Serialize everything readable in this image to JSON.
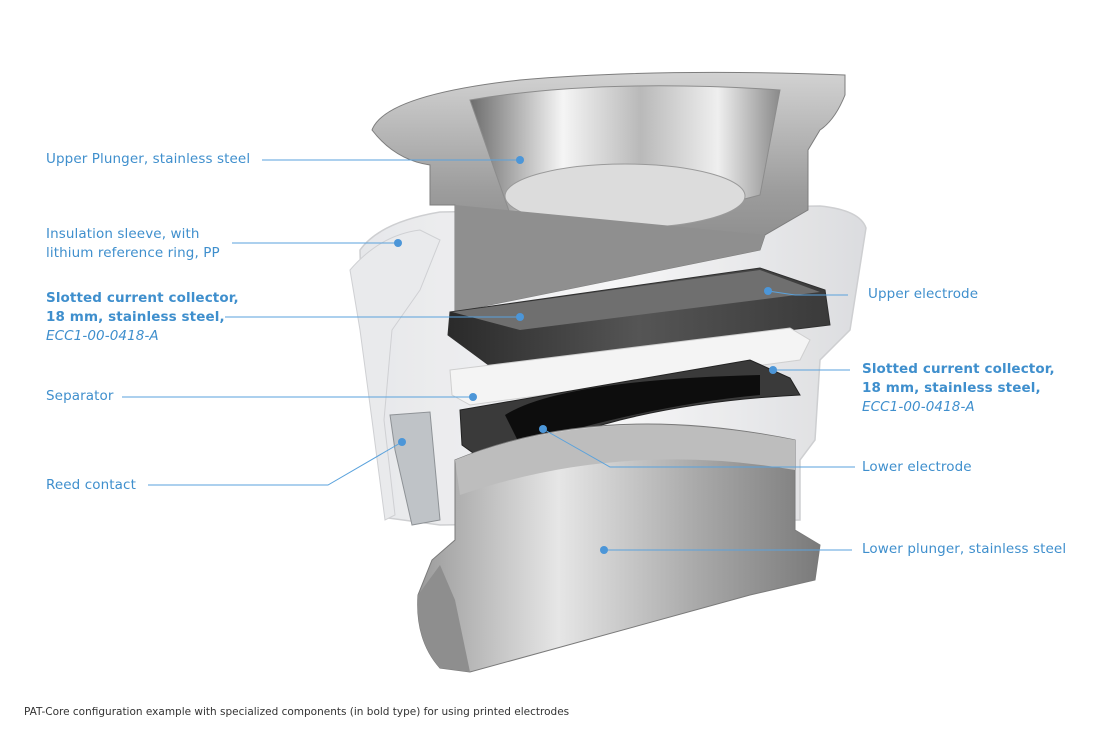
{
  "colors": {
    "label": "#3f8fcd",
    "leader": "#5aa2dc",
    "steel_light": "#e8e8e8",
    "steel_dark": "#6e6e6e",
    "sleeve": "#dcdde0",
    "separator": "#f3f3f3",
    "caption": "#333333"
  },
  "labels": {
    "upper_plunger": "Upper Plunger, stainless steel",
    "insulation_sleeve_1": "Insulation sleeve, with",
    "insulation_sleeve_2": "lithium reference ring, PP",
    "collector_left_1": "Slotted current collector,",
    "collector_left_2": "18 mm, stainless steel,",
    "collector_left_3": "ECC1-00-0418-A",
    "separator": "Separator",
    "reed_contact": "Reed contact",
    "upper_electrode": "Upper electrode",
    "collector_right_1": "Slotted current collector,",
    "collector_right_2": "18 mm, stainless steel,",
    "collector_right_3": "ECC1-00-0418-A",
    "lower_electrode": "Lower electrode",
    "lower_plunger": "Lower plunger, stainless steel"
  },
  "caption": "PAT-Core configuration example with specialized components (in bold type) for using printed electrodes"
}
